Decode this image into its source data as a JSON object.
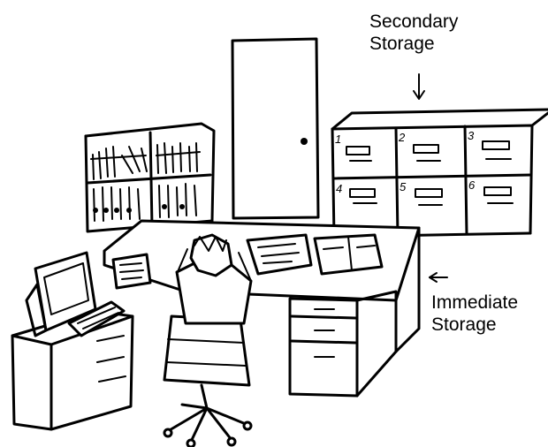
{
  "labels": {
    "secondary_line1": "Secondary",
    "secondary_line2": "Storage",
    "immediate_line1": "Immediate",
    "immediate_line2": "Storage"
  },
  "drawer_numbers": [
    "1",
    "2",
    "3",
    "4",
    "5",
    "6"
  ],
  "colors": {
    "ink": "#000000",
    "paper": "#ffffff"
  }
}
